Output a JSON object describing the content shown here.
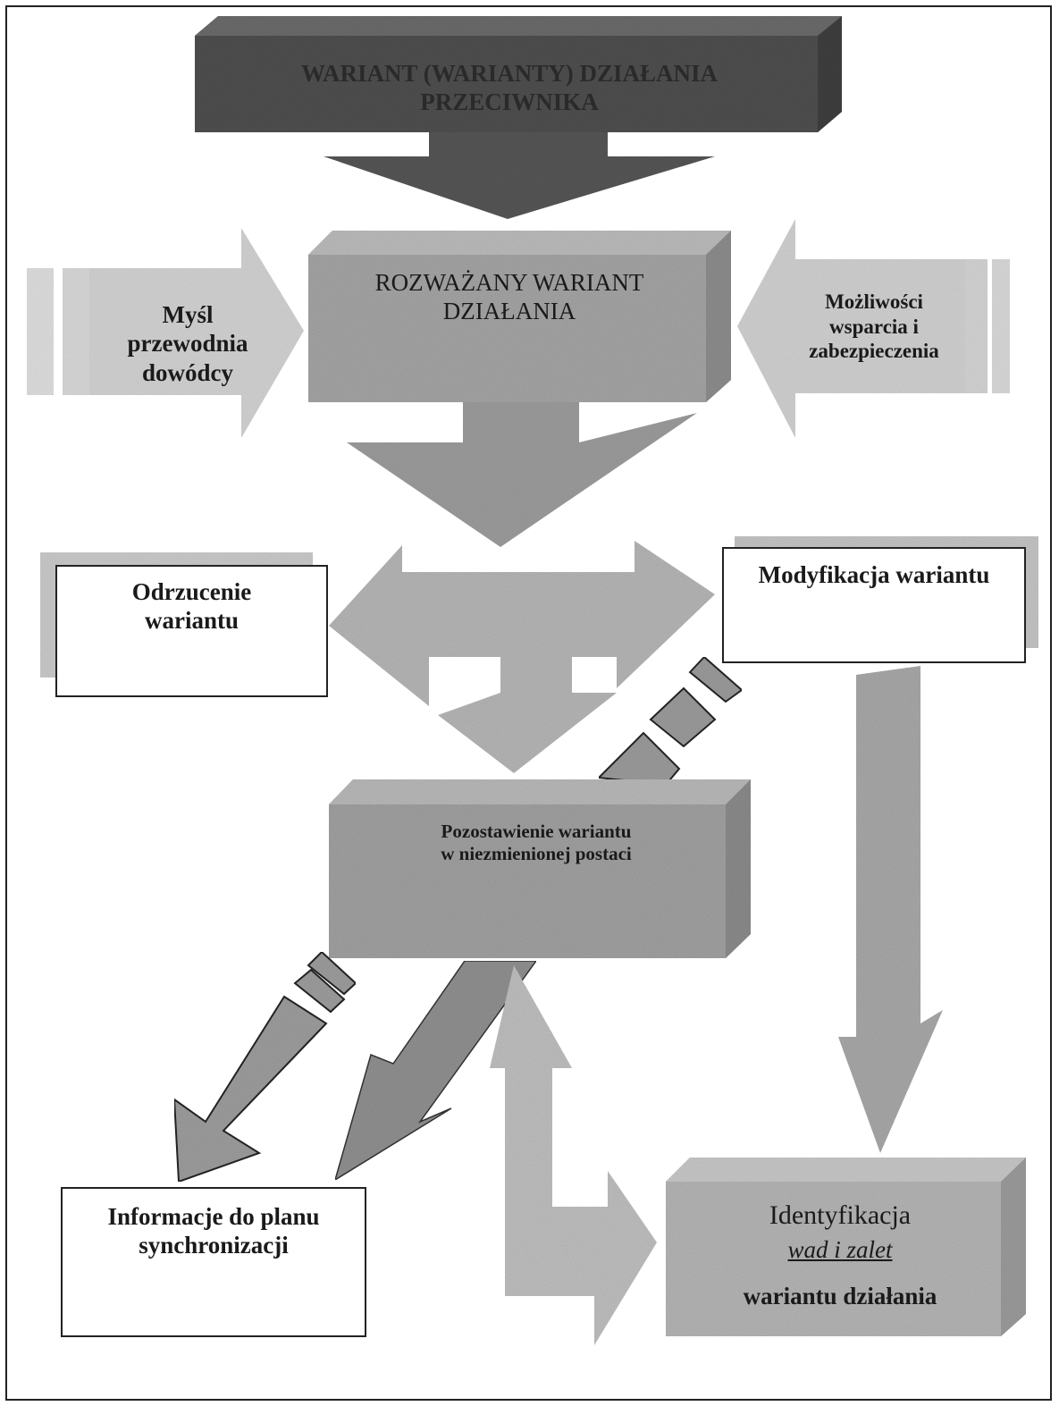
{
  "diagram": {
    "top_box": {
      "line1": "WARIANT (WARIANTY)  DZIAŁANIA",
      "line2": "PRZECIWNIKA"
    },
    "center_box": {
      "line1": "ROZWAŻANY WARIANT",
      "line2": "DZIAŁANIA"
    },
    "left_arrow": {
      "line1": "Myśl",
      "line2": "przewodnia",
      "line3": "dowódcy"
    },
    "right_arrow": {
      "line1": "Możliwości",
      "line2": "wsparcia i",
      "line3": "zabezpieczenia"
    },
    "reject_box": {
      "line1": "Odrzucenie",
      "line2": "wariantu"
    },
    "modify_box": {
      "line1": "Modyfikacja wariantu"
    },
    "keep_box": {
      "line1": "Pozostawienie wariantu",
      "line2": "w niezmienionej postaci"
    },
    "info_box": {
      "line1": "Informacje do planu",
      "line2": "synchronizacji"
    },
    "ident_box": {
      "line1": "Identyfikacja",
      "line2": "wad i zalet",
      "line3": "wariantu działania"
    }
  },
  "colors": {
    "dark_gray": "#5f5f5f",
    "mid_gray": "#9a9a9a",
    "light_gray": "#c4c4c4",
    "pale_gray": "#d9d9d9",
    "border": "#222222"
  }
}
